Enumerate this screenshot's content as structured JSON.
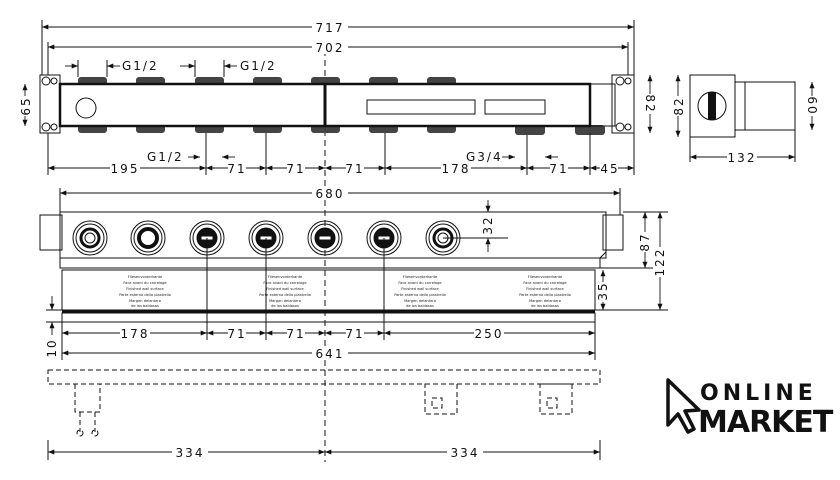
{
  "drawing": {
    "top_view": {
      "overall_width": "717",
      "frame_width": "702",
      "thread_labels": [
        "G1/2",
        "G1/2",
        "G1/2",
        "G3/4"
      ],
      "bottom_dims": [
        "195",
        "71",
        "71",
        "71",
        "178",
        "71",
        "45"
      ],
      "left_height": "65",
      "right_height": "82"
    },
    "side_view": {
      "height": "82",
      "diameter": "60",
      "depth": "132"
    },
    "front_view": {
      "width": "680",
      "port_offset": "32",
      "depth_87": "87",
      "depth_122": "122",
      "wall_35": "35",
      "bottom_10": "10",
      "dims": [
        "178",
        "71",
        "71",
        "71",
        "250"
      ],
      "total": "641",
      "wall_label": [
        "Fliesenvorderkante",
        "Face avant du carrelage",
        "Finished wall surface",
        "Parte esterna della piastrella",
        "Margen delantero",
        "de los baldosas"
      ]
    },
    "bottom_view": {
      "left": "334",
      "right": "334"
    }
  },
  "logo": {
    "line1": "ONLINE",
    "line2": "MARKET"
  }
}
